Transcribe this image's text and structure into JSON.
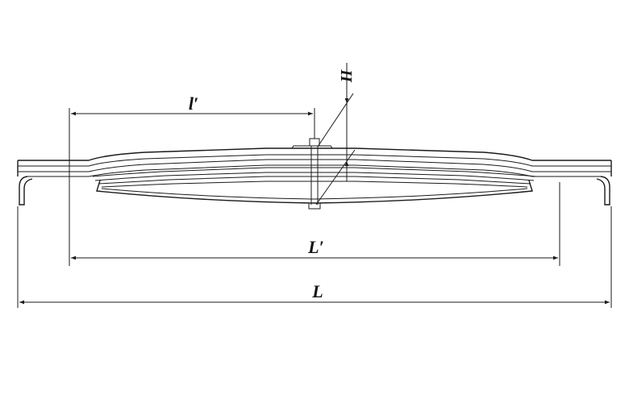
{
  "labels": {
    "short_span": "l′",
    "height": "H",
    "loaded_span": "L′",
    "full_length": "L"
  },
  "colors": {
    "line": "#1a1a1a",
    "background": "#ffffff"
  }
}
